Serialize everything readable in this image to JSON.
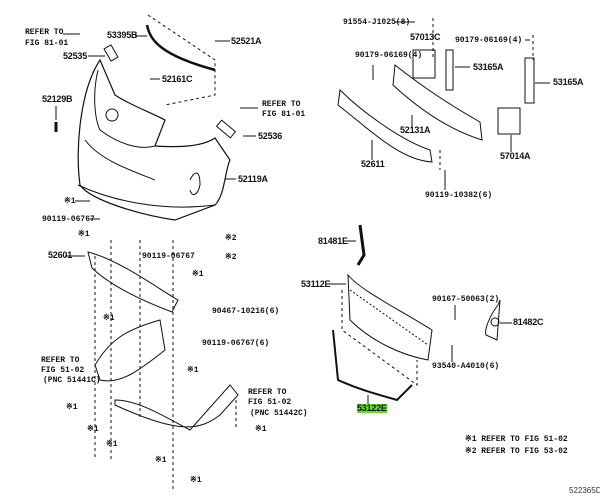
{
  "refer_to": "REFER TO",
  "fig_81_01": "FIG 81-01",
  "fig_51_02": "FIG 51-02",
  "pnc_51441c": "(PNC 51441C)",
  "pnc_51442c": "(PNC 51442C)",
  "mark1": "※1",
  "mark2": "※2",
  "parts": {
    "p53395B": "53395B",
    "p52521A": "52521A",
    "p52535": "52535",
    "p52161C": "52161C",
    "p52129B": "52129B",
    "p52536": "52536",
    "p52119A": "52119A",
    "p90119_06767": "90119-06767",
    "p52601": "52601",
    "p90467_10216": "90467-10216(6)",
    "p90119_06767_6": "90119-06767(6)",
    "p91554": "91554-J1025(8)",
    "p57013C": "57013C",
    "p90179_06169": "90179-06169(4)",
    "p53165A": "53165A",
    "p52131A": "52131A",
    "p52611": "52611",
    "p57014A": "57014A",
    "p90119_10382": "90119-10382(6)",
    "p81481E": "81481E",
    "p53112E": "53112E",
    "p90167_50063": "90167-50063(2)",
    "p81482C": "81482C",
    "p93540_A4010": "93540-A4010(6)",
    "p53122E": "53122E"
  },
  "legend": {
    "note1": "※1 REFER TO FIG 51-02",
    "note2": "※2 REFER TO FIG 53-02"
  },
  "diagram_code": "522365D",
  "highlight_color": "#66dd33"
}
